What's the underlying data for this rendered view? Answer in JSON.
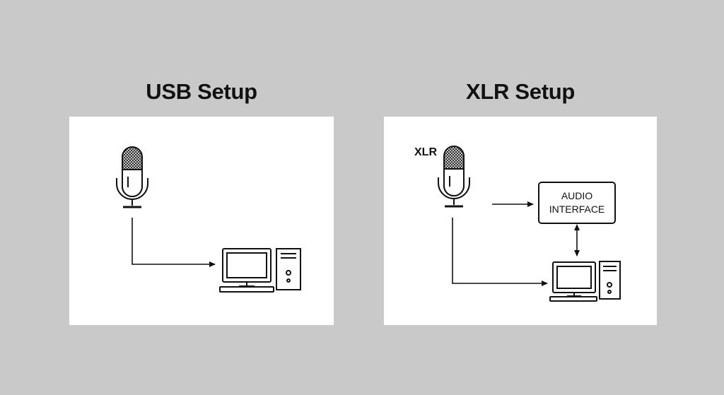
{
  "usb": {
    "title": "USB Setup"
  },
  "xlr": {
    "title": "XLR Setup",
    "mic_label": "XLR",
    "audio_interface": {
      "line1": "AUDIO",
      "line2": "INTERFACE"
    }
  },
  "icons": [
    "microphone-icon",
    "computer-monitor-icon",
    "computer-tower-icon",
    "keyboard-icon"
  ]
}
